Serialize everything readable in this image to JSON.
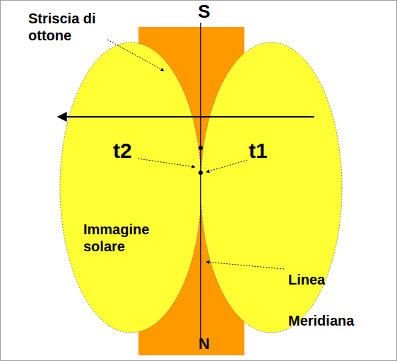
{
  "diagram": {
    "labels": [
      "S",
      "Striscia di ottone",
      "t2",
      "t1",
      "Immagine solare",
      "Linea Meridiana",
      "N"
    ]
  }
}
